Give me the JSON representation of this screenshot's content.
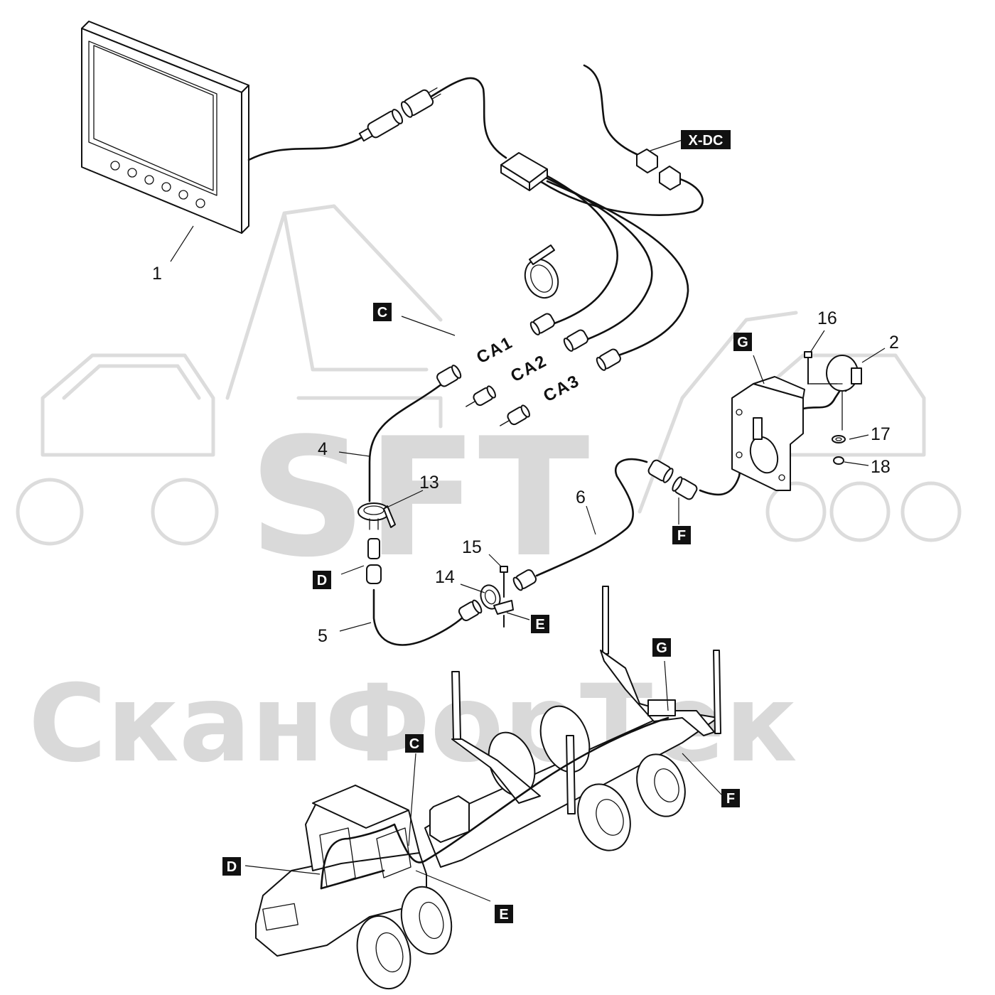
{
  "watermark": {
    "logo_text": "SFT",
    "brand_text": "СканФорТек"
  },
  "callouts": {
    "n1": "1",
    "n2": "2",
    "n4": "4",
    "n5": "5",
    "n6": "6",
    "n13": "13",
    "n14": "14",
    "n15": "15",
    "n16": "16",
    "n17": "17",
    "n18": "18"
  },
  "connectors": {
    "ca1": "CA1",
    "ca2": "CA2",
    "ca3": "CA3"
  },
  "tags": {
    "xdc": "X-DC",
    "c": "C",
    "d": "D",
    "e": "E",
    "f": "F",
    "g": "G"
  }
}
